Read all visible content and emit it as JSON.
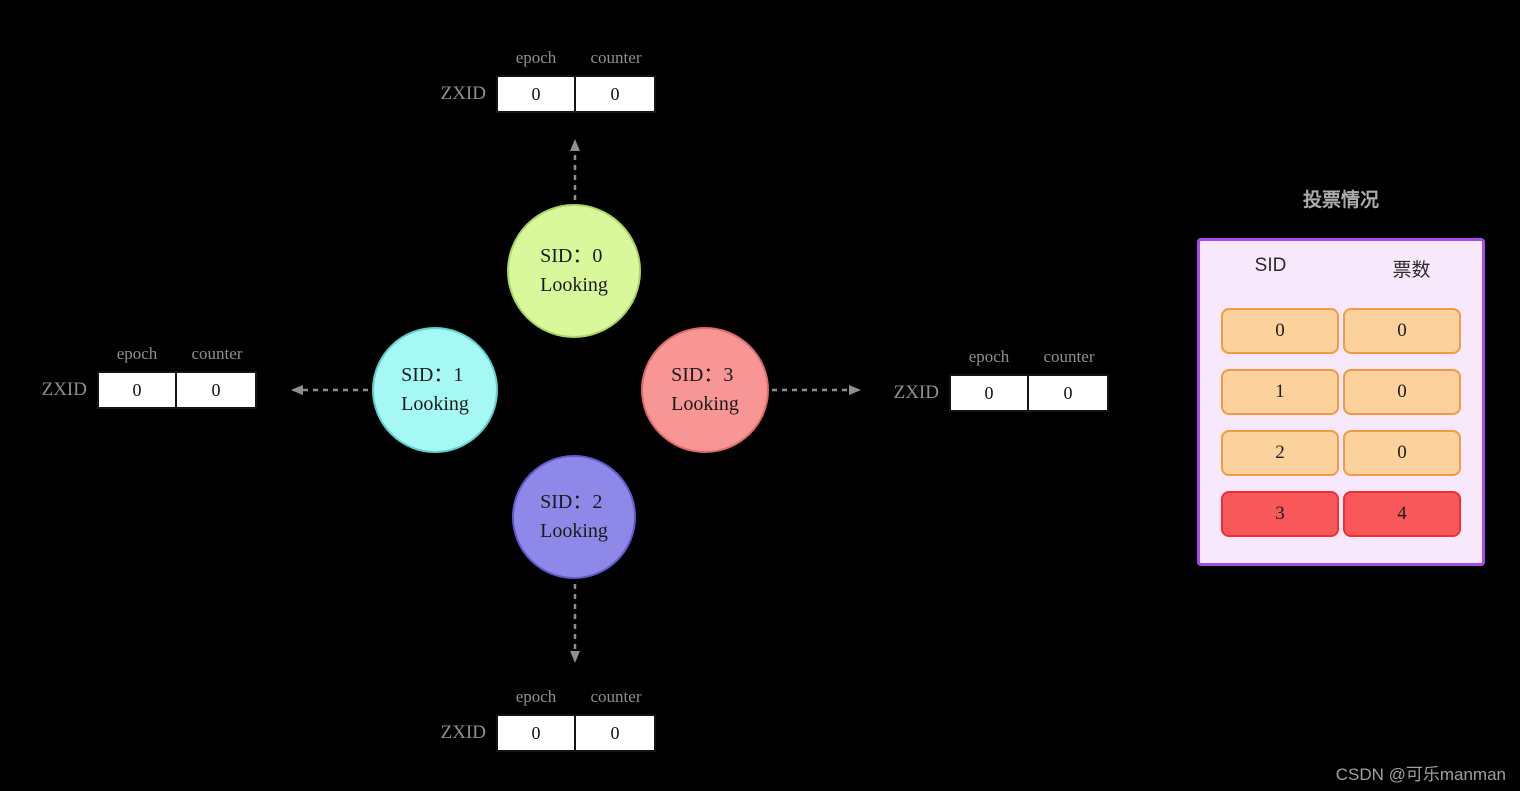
{
  "watermark": "CSDN @可乐manman",
  "nodes": {
    "sid0": {
      "line1": "SID：0",
      "line2": "Looking"
    },
    "sid1": {
      "line1": "SID：1",
      "line2": "Looking"
    },
    "sid2": {
      "line1": "SID：2",
      "line2": "Looking"
    },
    "sid3": {
      "line1": "SID：3",
      "line2": "Looking"
    }
  },
  "zxid": {
    "top": {
      "label": "ZXID",
      "epoch_header": "epoch",
      "counter_header": "counter",
      "epoch": "0",
      "counter": "0"
    },
    "left": {
      "label": "ZXID",
      "epoch_header": "epoch",
      "counter_header": "counter",
      "epoch": "0",
      "counter": "0"
    },
    "right": {
      "label": "ZXID",
      "epoch_header": "epoch",
      "counter_header": "counter",
      "epoch": "0",
      "counter": "0"
    },
    "bottom": {
      "label": "ZXID",
      "epoch_header": "epoch",
      "counter_header": "counter",
      "epoch": "0",
      "counter": "0"
    }
  },
  "vote_panel": {
    "title": "投票情况",
    "header_sid": "SID",
    "header_votes": "票数",
    "rows": [
      {
        "sid": "0",
        "votes": "0",
        "type": "normal"
      },
      {
        "sid": "1",
        "votes": "0",
        "type": "normal"
      },
      {
        "sid": "2",
        "votes": "0",
        "type": "normal"
      },
      {
        "sid": "3",
        "votes": "4",
        "type": "leader"
      }
    ]
  },
  "colors": {
    "node_sid0": "#d9f89b",
    "node_sid1": "#a6f8f4",
    "node_sid2": "#8e89e8",
    "node_sid3": "#f89595",
    "vote_cell_normal": "#fbd29b",
    "vote_cell_leader": "#f9585a",
    "panel_border": "#a44de9",
    "background": "#000000"
  }
}
